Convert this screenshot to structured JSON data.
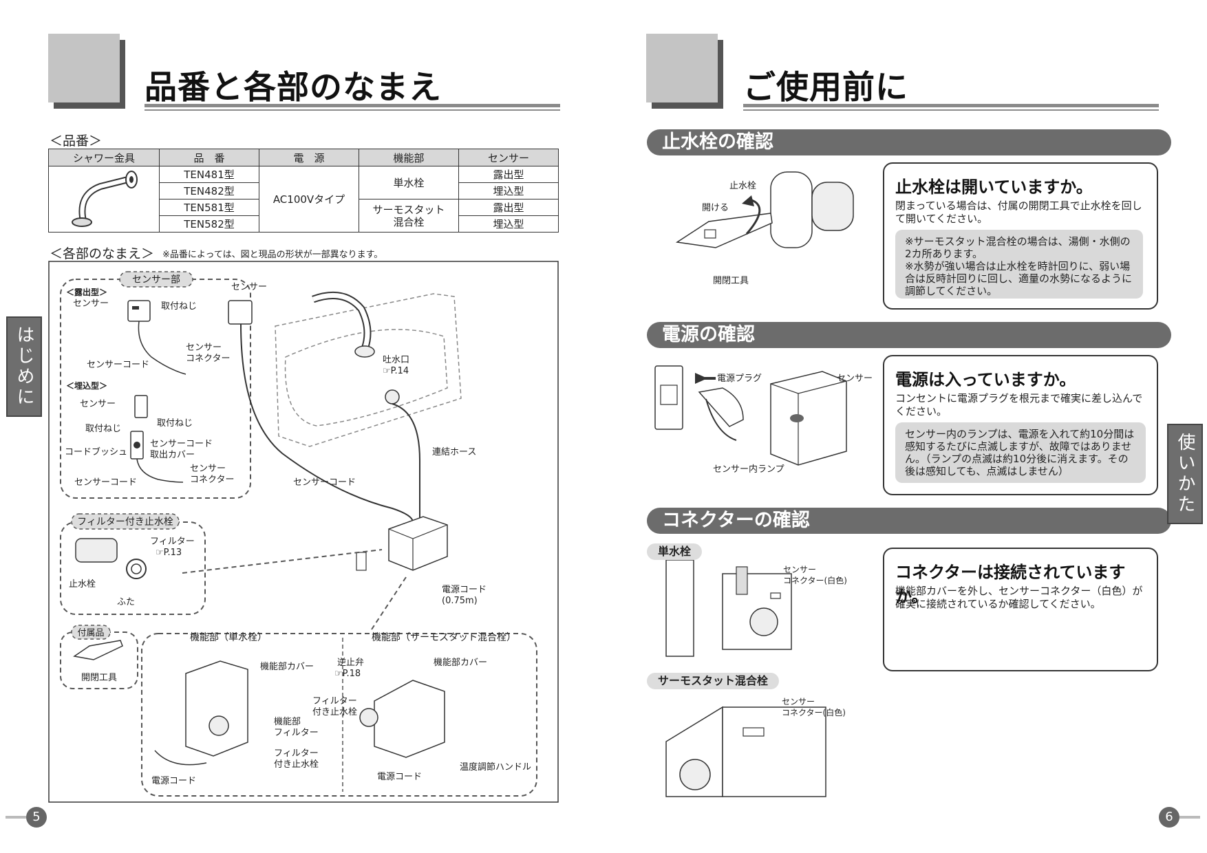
{
  "left": {
    "title": "品番と各部のなまえ",
    "product_label": "＜品番＞",
    "table": {
      "headers": [
        "シャワー金具",
        "品　番",
        "電　源",
        "機能部",
        "センサー"
      ],
      "models": [
        "TEN481型",
        "TEN482型",
        "TEN581型",
        "TEN582型"
      ],
      "power": "AC100Vタイプ",
      "func_single": "単水栓",
      "func_thermo_1": "サーモスタット",
      "func_thermo_2": "混合栓",
      "sensors": [
        "露出型",
        "埋込型",
        "露出型",
        "埋込型"
      ]
    },
    "parts_label": "＜各部のなまえ＞",
    "parts_note": "※品番によっては、図と現品の形状が一部異なります。",
    "diagram": {
      "sensor_part": "センサー部",
      "exposed": "＜露出型＞",
      "sensor": "センサー",
      "screw": "取付ねじ",
      "sensor_connector_1": "センサー",
      "sensor_connector_2": "コネクター",
      "sensor_cord": "センサーコード",
      "embedded": "＜埋込型＞",
      "cord_bush": "コードブッシュ",
      "cord_cover_1": "センサーコード",
      "cord_cover_2": "取出カバー",
      "spout": "吐水口",
      "spout_ref": "☞P.14",
      "hose": "連結ホース",
      "filter_valve": "フィルター付き止水栓",
      "filter": "フィルター",
      "filter_ref": "☞P.13",
      "stop_valve": "止水栓",
      "cap": "ふた",
      "power_cord_1": "電源コード",
      "power_cord_2": "(0.75m)",
      "accessory": "付属品",
      "tool": "開閉工具",
      "func_single": "機能部（単水栓）",
      "func_thermo": "機能部（サーモスタット混合栓）",
      "func_cover": "機能部カバー",
      "func_filter_1": "機能部",
      "func_filter_2": "フィルター",
      "fv_1": "フィルター",
      "fv_2": "付き止水栓",
      "power_cord": "電源コード",
      "check_valve": "逆止弁",
      "check_ref": "☞P.18",
      "temp_handle": "温度調節ハンドル"
    },
    "tab": "はじめに",
    "page": "5"
  },
  "right": {
    "title": "ご使用前に",
    "tab": "使いかた",
    "page": "6",
    "s1": {
      "band": "止水栓の確認",
      "fig_valve": "止水栓",
      "fig_open": "開ける",
      "fig_tool": "開閉工具",
      "box_title": "止水栓は開いていますか。",
      "box_body": "閉まっている場合は、付属の開閉工具で止水栓を回して開いてください。",
      "note1": "※サーモスタット混合栓の場合は、湯側・水側の2カ所あります。",
      "note2": "※水勢が強い場合は止水栓を時計回りに、弱い場合は反時計回りに回し、適量の水勢になるように調節してください。"
    },
    "s2": {
      "band": "電源の確認",
      "fig_plug": "電源プラグ",
      "fig_sensor": "センサー",
      "fig_lamp": "センサー内ランプ",
      "box_title": "電源は入っていますか。",
      "box_body": "コンセントに電源プラグを根元まで確実に差し込んでください。",
      "note": "センサー内のランプは、電源を入れて約10分間は感知するたびに点滅しますが、故障ではありません。（ランプの点滅は約10分後に消えます。その後は感知しても、点滅はしません）"
    },
    "s3": {
      "band": "コネクターの確認",
      "pill_single": "単水栓",
      "pill_thermo": "サーモスタット混合栓",
      "fig_conn_1": "センサー",
      "fig_conn_2": "コネクター(白色)",
      "box_title": "コネクターは接続されていますか。",
      "box_body": "機能部カバーを外し、センサーコネクター（白色）が確実に接続されているか確認してください。"
    }
  }
}
